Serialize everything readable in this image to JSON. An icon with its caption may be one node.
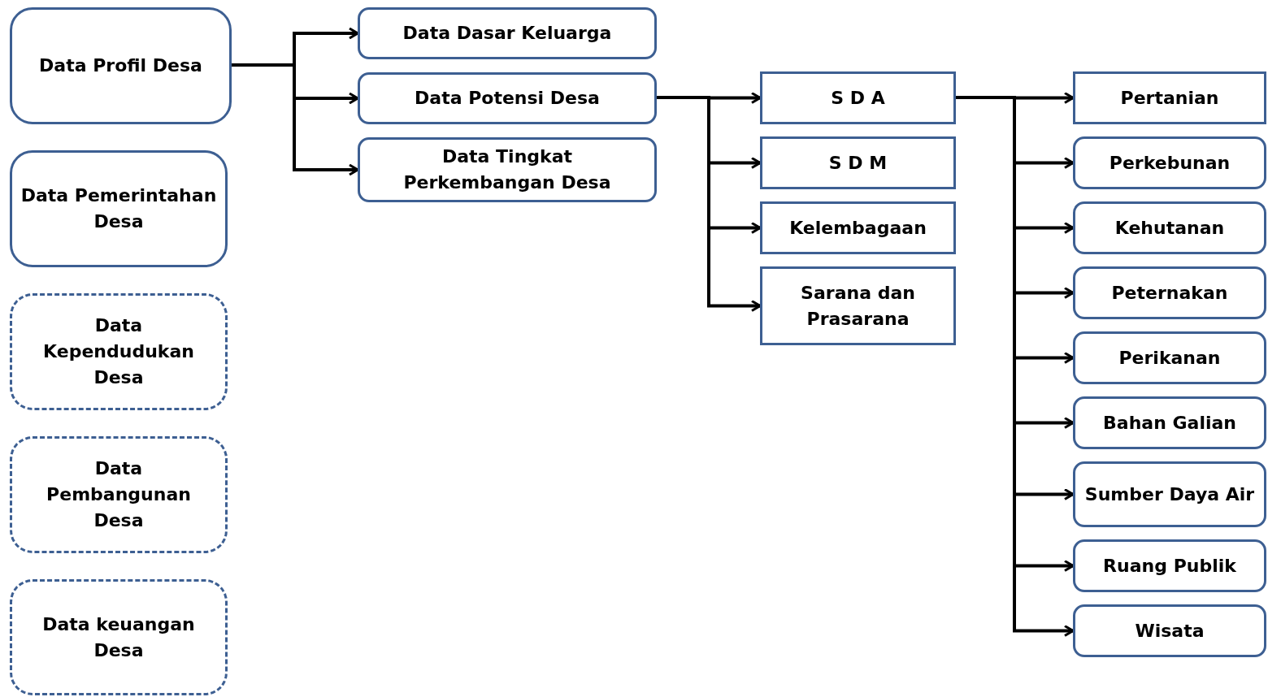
{
  "diagram": {
    "nodes": [
      {
        "text": [
          "Data Profil Desa"
        ]
      },
      {
        "text": [
          "Data Pemerintahan Desa"
        ]
      },
      {
        "text": [
          "Data Kependudukan Desa"
        ]
      },
      {
        "text": [
          "Data Pembangunan Desa"
        ]
      },
      {
        "text": [
          "Data keuangan Desa"
        ]
      },
      {
        "text": [
          "Data Dasar Keluarga"
        ]
      },
      {
        "text": [
          "Data Potensi Desa"
        ]
      },
      {
        "text": [
          "Data Tingkat Perkembangan Desa"
        ]
      },
      {
        "text": [
          "S D A"
        ]
      },
      {
        "text": [
          "S D M"
        ]
      },
      {
        "text": [
          "Kelembagaan"
        ]
      },
      {
        "text": [
          "Sarana dan Prasarana"
        ]
      },
      {
        "text": [
          "Pertanian"
        ]
      },
      {
        "text": [
          "Perkebunan"
        ]
      },
      {
        "text": [
          "Kehutanan"
        ]
      },
      {
        "text": [
          "Peternakan"
        ]
      },
      {
        "text": [
          "Perikanan"
        ]
      },
      {
        "text": [
          "Bahan Galian"
        ]
      },
      {
        "text": [
          "Sumber Daya Air"
        ]
      },
      {
        "text": [
          "Ruang Publik"
        ]
      },
      {
        "text": [
          "Wisata"
        ]
      }
    ],
    "edges": [
      {
        "from": 0,
        "to": 5,
        "arrow": "to"
      },
      {
        "from": 0,
        "to": 6,
        "arrow": "to"
      },
      {
        "from": 0,
        "to": 7,
        "arrow": "to"
      },
      {
        "from": 6,
        "to": 8,
        "arrow": "to"
      },
      {
        "from": 6,
        "to": 9,
        "arrow": "to"
      },
      {
        "from": 6,
        "to": 10,
        "arrow": "to"
      },
      {
        "from": 6,
        "to": 11,
        "arrow": "to"
      },
      {
        "from": 8,
        "to": 12,
        "arrow": "to"
      },
      {
        "from": 8,
        "to": 13,
        "arrow": "to"
      },
      {
        "from": 8,
        "to": 14,
        "arrow": "to"
      },
      {
        "from": 8,
        "to": 15,
        "arrow": "to"
      },
      {
        "from": 8,
        "to": 16,
        "arrow": "to"
      },
      {
        "from": 8,
        "to": 17,
        "arrow": "to"
      },
      {
        "from": 8,
        "to": 18,
        "arrow": "to"
      },
      {
        "from": 8,
        "to": 19,
        "arrow": "to"
      },
      {
        "from": 8,
        "to": 20,
        "arrow": "to"
      }
    ]
  }
}
